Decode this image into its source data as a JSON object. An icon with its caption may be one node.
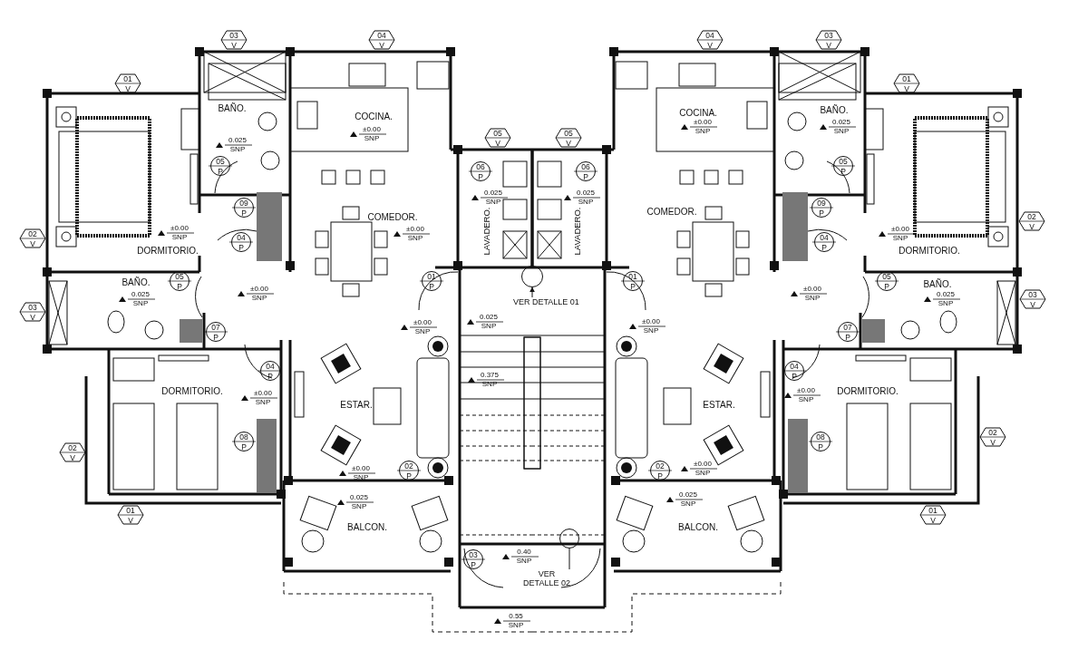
{
  "diagram": {
    "nodes": [
      {
        "text": [
          "VER DETALLE 01"
        ]
      },
      {
        "text": [],
        "shape": "circle"
      },
      {
        "text": [
          "VER DETALLE 02"
        ]
      },
      {
        "text": [],
        "shape": "circle"
      }
    ],
    "edges": [
      {
        "from": 0,
        "to": 1,
        "arrow": "to"
      },
      {
        "from": 2,
        "to": 3,
        "arrow": "none"
      }
    ],
    "labels": [
      "03",
      "V",
      "04",
      "V",
      "04",
      "V",
      "03",
      "V",
      "01",
      "V",
      "01",
      "V",
      "BAÑO.",
      "COCINA.",
      "COCINA.",
      "BAÑO.",
      "0.025",
      "SNP",
      "±0.00",
      "SNP",
      "±0.00",
      "SNP",
      "0.025",
      "SNP",
      "05",
      "V",
      "05",
      "V",
      "05",
      "P",
      "06",
      "P",
      "06",
      "P",
      "05",
      "P",
      "0.025",
      "SNP",
      "0.025",
      "SNP",
      "09",
      "P",
      "09",
      "P",
      "COMEDOR.",
      "COMEDOR.",
      "02",
      "V",
      "LAVADERO.",
      "LAVADERO.",
      "±0.00",
      "SNP",
      "±0.00",
      "SNP",
      "±0.00",
      "SNP",
      "02",
      "V",
      "04",
      "P",
      "04",
      "P",
      "DORMITORIO.",
      "DORMITORIO.",
      "05",
      "P",
      "01",
      "P",
      "01",
      "P",
      "05",
      "P",
      "BAÑO.",
      "BAÑO.",
      "0.025",
      "SNP",
      "±0.00",
      "SNP",
      "±0.00",
      "SNP",
      "0.025",
      "SNP",
      "03",
      "V",
      "03",
      "V",
      "0.025",
      "SNP",
      "±0.00",
      "SNP",
      "±0.00",
      "SNP",
      "07",
      "P",
      "07",
      "P",
      "04",
      "P",
      "04",
      "P",
      "0.375",
      "SNP",
      "DORMITORIO.",
      "DORMITORIO.",
      "±0.00",
      "SNP",
      "±0.00",
      "SNP",
      "ESTAR.",
      "ESTAR.",
      "02",
      "V",
      "08",
      "P",
      "08",
      "P",
      "02",
      "V",
      "±0.00",
      "SNP",
      "02",
      "P",
      "02",
      "P",
      "±0.00",
      "SNP",
      "0.025",
      "SNP",
      "0.025",
      "SNP",
      "01",
      "V",
      "01",
      "V",
      "BALCON.",
      "BALCON.",
      "03",
      "P",
      "0.40",
      "SNP",
      "0.55",
      "SNP"
    ]
  }
}
